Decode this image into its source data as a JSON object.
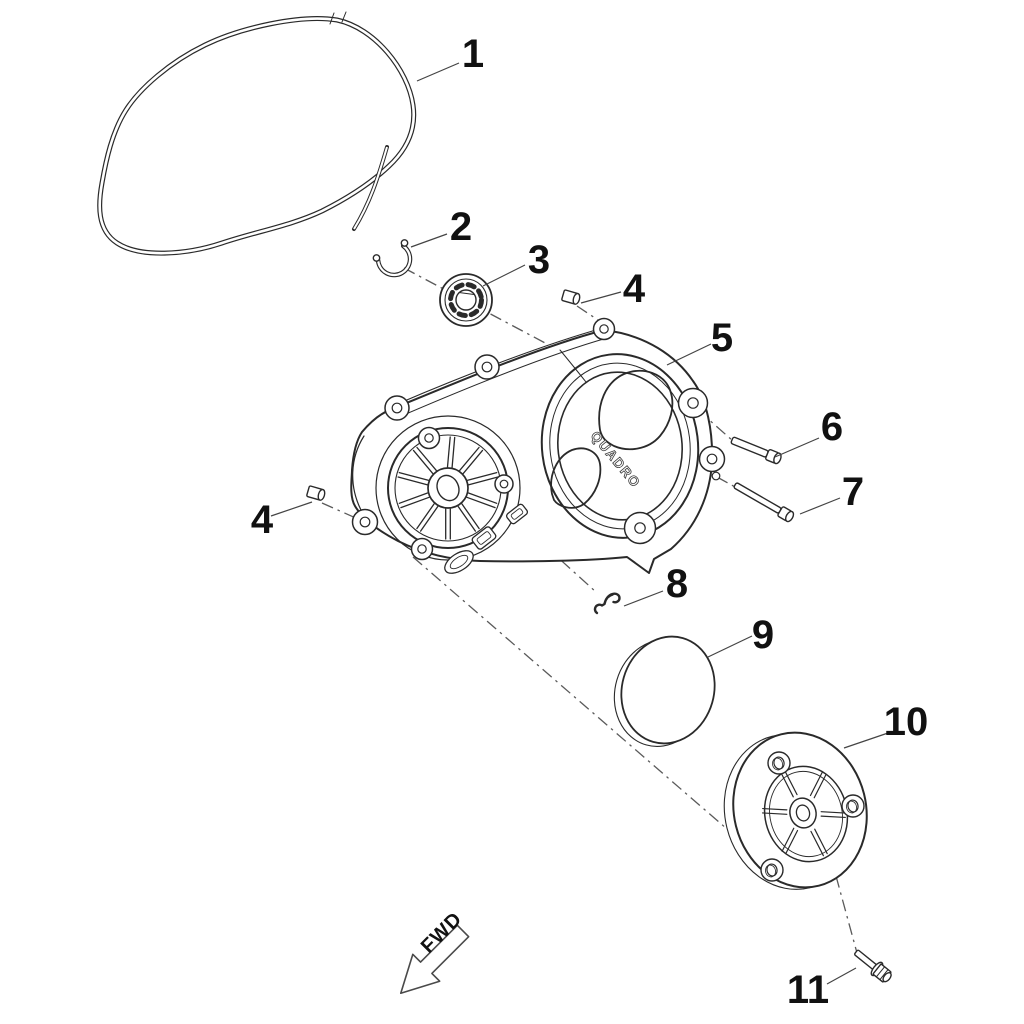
{
  "page": {
    "background": "#ffffff",
    "line_color": "#2a2a2a"
  },
  "diagram": {
    "brand_text": "QUADRO",
    "direction_label": "FWD",
    "callouts": [
      {
        "id": "1",
        "label": "1"
      },
      {
        "id": "2",
        "label": "2"
      },
      {
        "id": "3",
        "label": "3"
      },
      {
        "id": "4a",
        "label": "4"
      },
      {
        "id": "5",
        "label": "5"
      },
      {
        "id": "6",
        "label": "6"
      },
      {
        "id": "7",
        "label": "7"
      },
      {
        "id": "4b",
        "label": "4"
      },
      {
        "id": "8",
        "label": "8"
      },
      {
        "id": "9",
        "label": "9"
      },
      {
        "id": "10",
        "label": "10"
      },
      {
        "id": "11",
        "label": "11"
      }
    ]
  }
}
